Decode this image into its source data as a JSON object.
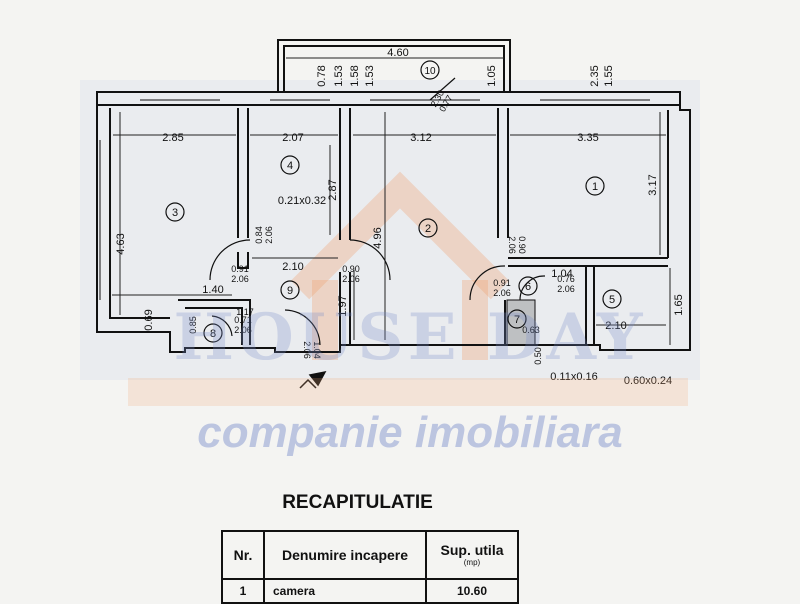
{
  "watermark": {
    "brand": "HOUSE DAY",
    "tagline": "companie imobiliara"
  },
  "floorplan": {
    "dimensions": [
      {
        "id": "d-460",
        "text": "4.60"
      },
      {
        "id": "d-078",
        "text": "0.78"
      },
      {
        "id": "d-153a",
        "text": "1.53"
      },
      {
        "id": "d-158",
        "text": "1.58"
      },
      {
        "id": "d-153b",
        "text": "1.53"
      },
      {
        "id": "d-105",
        "text": "1.05"
      },
      {
        "id": "d-235",
        "text": "2.35"
      },
      {
        "id": "d-155",
        "text": "1.55"
      },
      {
        "id": "d-285",
        "text": "2.85"
      },
      {
        "id": "d-207",
        "text": "2.07"
      },
      {
        "id": "d-312",
        "text": "3.12"
      },
      {
        "id": "d-335",
        "text": "3.35"
      },
      {
        "id": "d-463",
        "text": "4.63"
      },
      {
        "id": "d-287",
        "text": "2.87"
      },
      {
        "id": "d-496",
        "text": "4.96"
      },
      {
        "id": "d-317",
        "text": "3.17"
      },
      {
        "id": "d-021x032",
        "text": "0.21x0.32"
      },
      {
        "id": "d-210a",
        "text": "2.10"
      },
      {
        "id": "d-104",
        "text": "1.04"
      },
      {
        "id": "d-069",
        "text": "0.69"
      },
      {
        "id": "d-140",
        "text": "1.40"
      },
      {
        "id": "d-197",
        "text": "1.97"
      },
      {
        "id": "d-165",
        "text": "1.65"
      },
      {
        "id": "d-210b",
        "text": "2.10"
      },
      {
        "id": "d-117",
        "text": "1.17"
      },
      {
        "id": "d-085",
        "text": "0.85"
      },
      {
        "id": "d-063",
        "text": "0.63"
      },
      {
        "id": "d-050",
        "text": "0.50"
      },
      {
        "id": "d-011x016",
        "text": "0.11x0.16"
      },
      {
        "id": "d-060x024",
        "text": "0.60x0.24"
      }
    ],
    "doors": [
      {
        "id": "door-top",
        "text": "2.30\n0.77"
      },
      {
        "id": "door-4",
        "text": "0.84\n2.06"
      },
      {
        "id": "door-9a",
        "text": "0.91\n2.06"
      },
      {
        "id": "door-2",
        "text": "0.90\n2.06"
      },
      {
        "id": "door-1",
        "text": "0.90\n2.06"
      },
      {
        "id": "door-6",
        "text": "0.91\n2.06"
      },
      {
        "id": "door-5",
        "text": "0.76\n2.06"
      },
      {
        "id": "door-8",
        "text": "0.71\n2.06"
      },
      {
        "id": "door-entry",
        "text": "1.04\n2.06"
      }
    ],
    "rooms": [
      "1",
      "2",
      "3",
      "4",
      "5",
      "6",
      "7",
      "8",
      "9",
      "10"
    ]
  },
  "recap": {
    "title": "RECAPITULATIE",
    "headers": {
      "nr": "Nr.",
      "name": "Denumire incapere",
      "area": "Sup. utila",
      "unit": "(mp)"
    },
    "rows": [
      {
        "nr": "1",
        "name": "camera",
        "area": "10.60"
      }
    ]
  }
}
